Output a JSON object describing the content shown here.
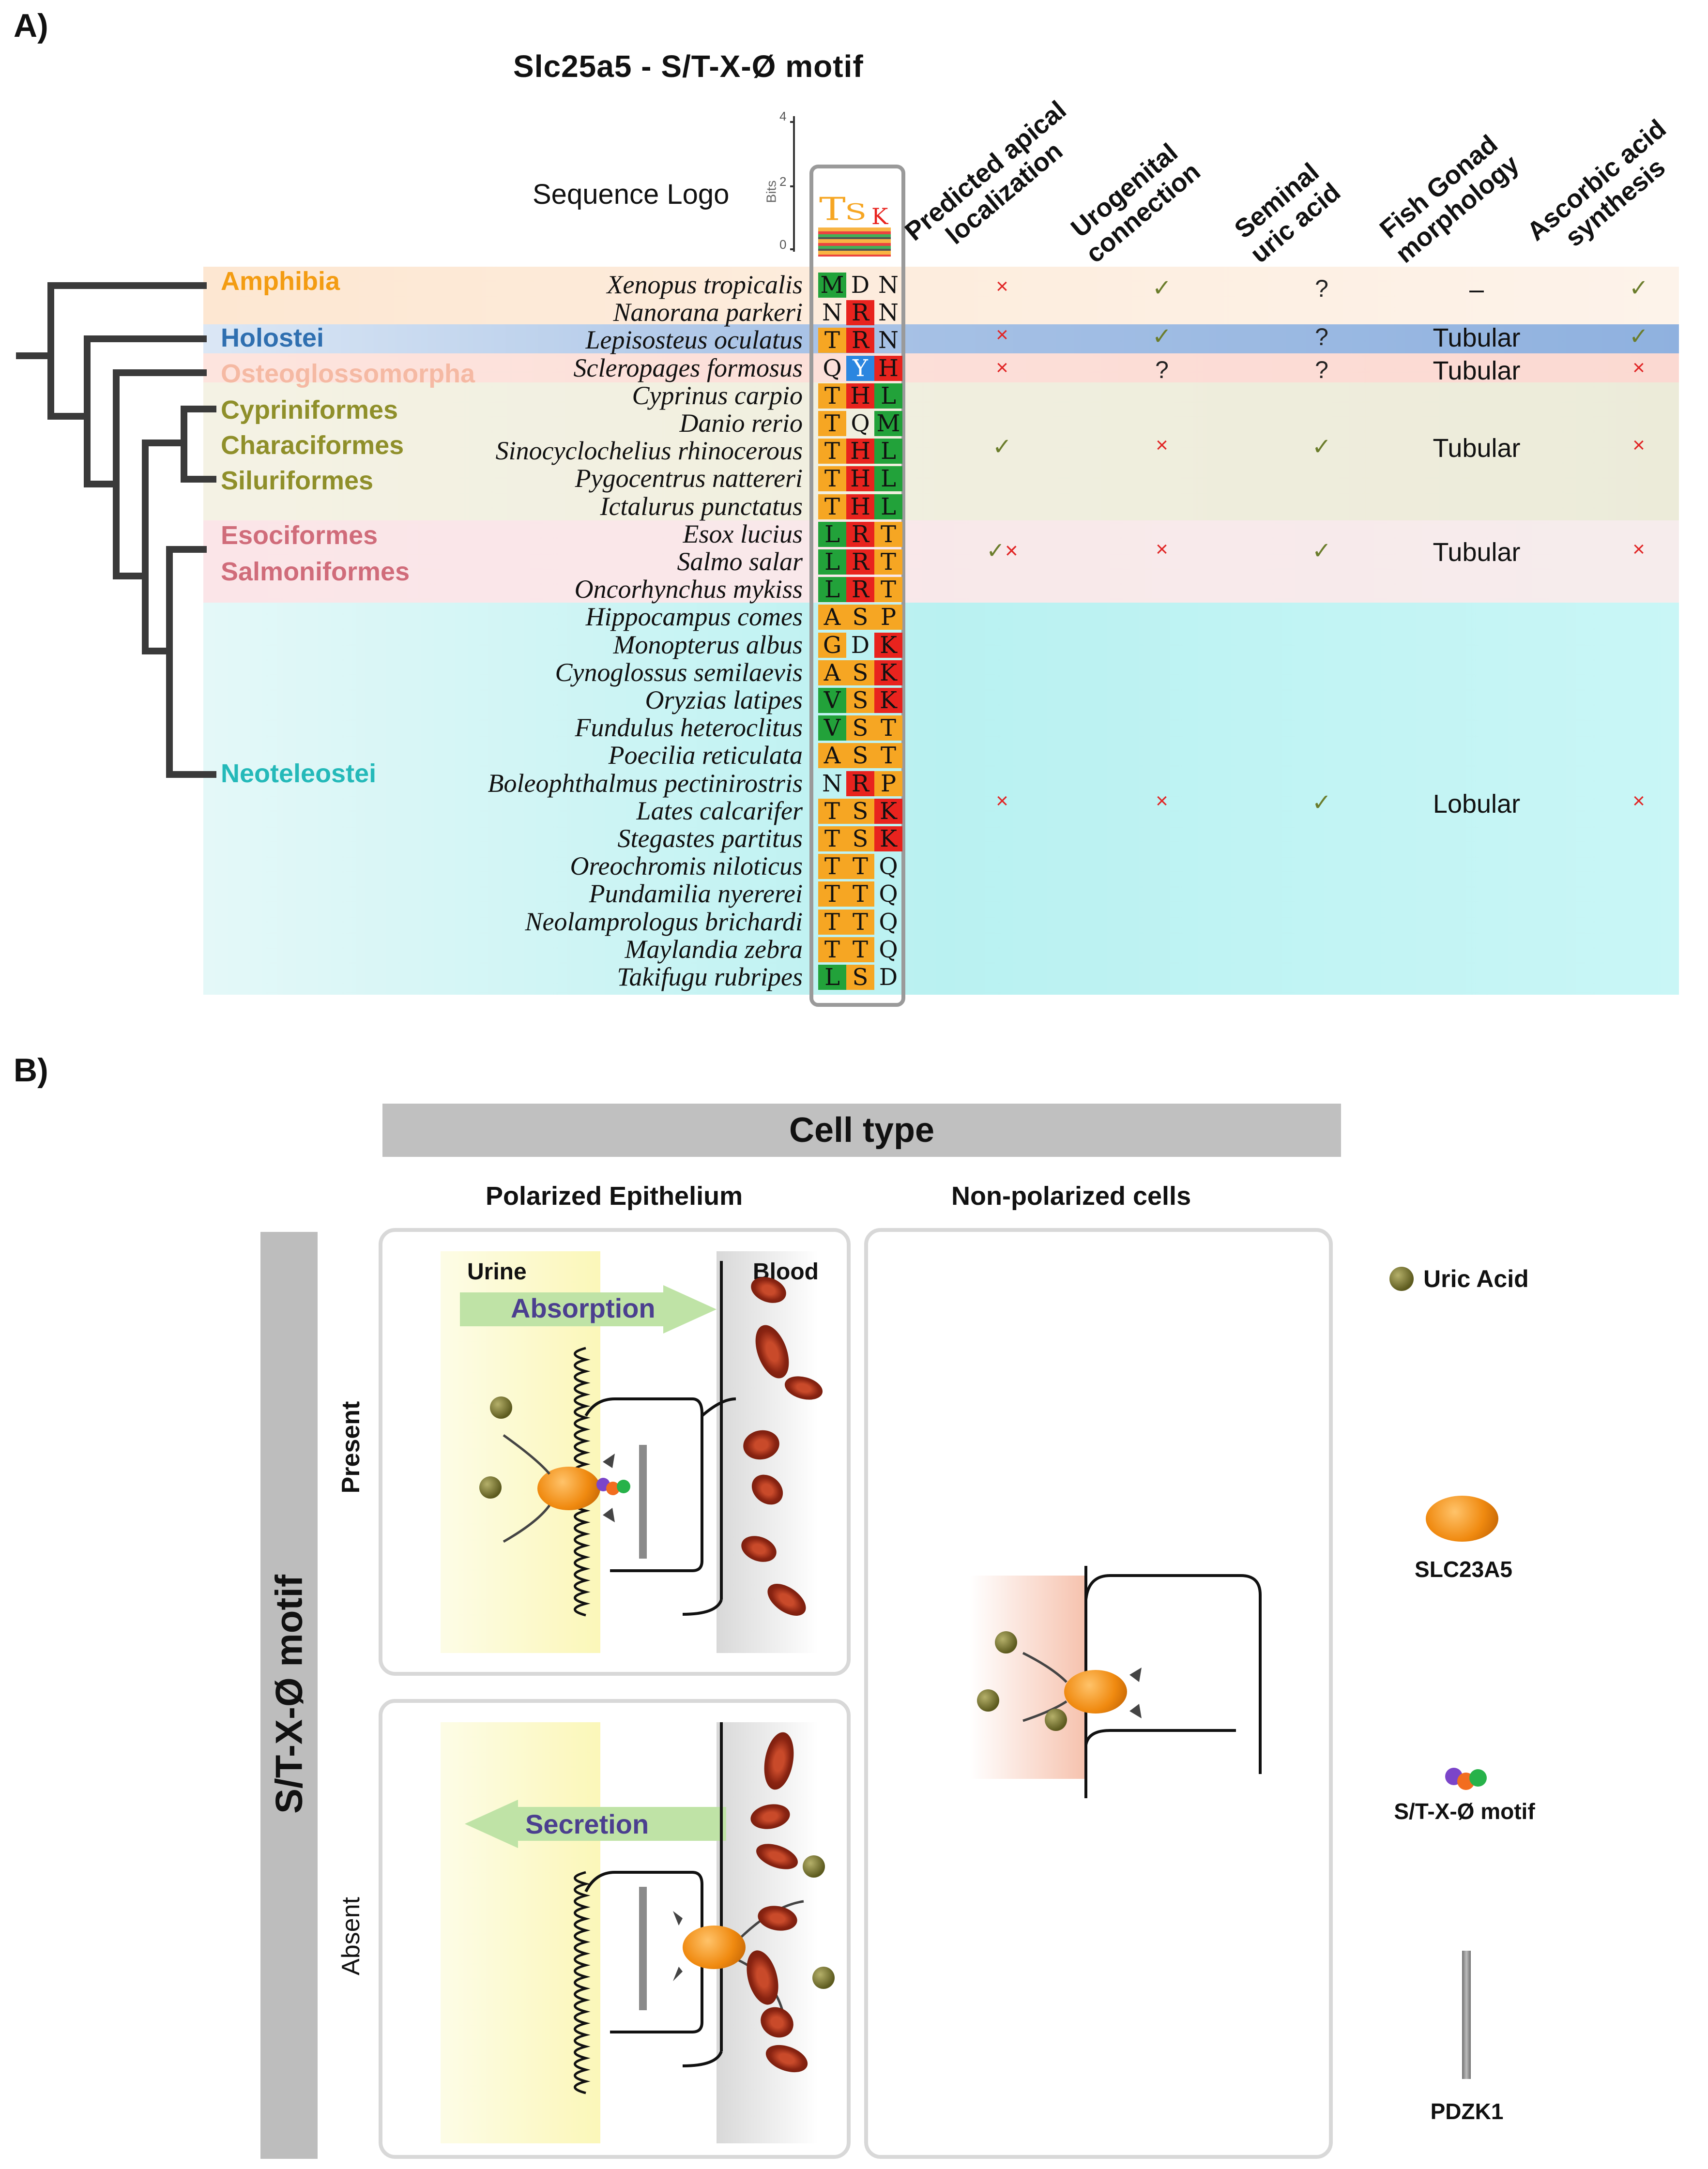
{
  "panel_a": {
    "label": "A)",
    "title": "Slc25a5 - S/T-X-Ø motif",
    "logo_label": "Sequence Logo",
    "logo_axis": {
      "label": "Bits",
      "ticks": [
        "4",
        "2",
        "0"
      ]
    },
    "logo_letters": [
      "T",
      "S",
      "K"
    ],
    "columns": [
      "Predicted apical localization",
      "Urogenital connection",
      "Seminal uric acid",
      "Fish Gonad morphology",
      "Ascorbic acid synthesis"
    ],
    "column_lines": [
      [
        "Predicted apical",
        "localization"
      ],
      [
        "Urogenital",
        "connection"
      ],
      [
        "Seminal",
        "uric acid"
      ],
      [
        "Fish Gonad",
        "morphology"
      ],
      [
        "Ascorbic acid",
        "synthesis"
      ]
    ],
    "groups": [
      {
        "name": "Amphibia",
        "color": "#f39c12"
      },
      {
        "name": "Holostei",
        "color": "#2f6fb0"
      },
      {
        "name": "Osteoglossomorpha",
        "color": "#f5b9a3"
      },
      {
        "name": "Cypriniformes",
        "color": "#8f8f2a"
      },
      {
        "name": "Characiformes",
        "color": "#8f8f2a"
      },
      {
        "name": "Siluriformes",
        "color": "#8f8f2a"
      },
      {
        "name": "Esociformes",
        "color": "#d06c7a"
      },
      {
        "name": "Salmoniformes",
        "color": "#d06c7a"
      },
      {
        "name": "Neoteleostei",
        "color": "#24b9b9"
      }
    ],
    "species": [
      {
        "name": "Xenopus tropicalis",
        "motif": [
          "M",
          "D",
          "N"
        ]
      },
      {
        "name": "Nanorana parkeri",
        "motif": [
          "N",
          "R",
          "N"
        ]
      },
      {
        "name": "Lepisosteus oculatus",
        "motif": [
          "T",
          "R",
          "N"
        ]
      },
      {
        "name": "Scleropages formosus",
        "motif": [
          "Q",
          "Y",
          "H"
        ]
      },
      {
        "name": "Cyprinus carpio",
        "motif": [
          "T",
          "H",
          "L"
        ]
      },
      {
        "name": "Danio rerio",
        "motif": [
          "T",
          "Q",
          "M"
        ]
      },
      {
        "name": "Sinocyclochelius rhinocerous",
        "motif": [
          "T",
          "H",
          "L"
        ]
      },
      {
        "name": "Pygocentrus nattereri",
        "motif": [
          "T",
          "H",
          "L"
        ]
      },
      {
        "name": "Ictalurus punctatus",
        "motif": [
          "T",
          "H",
          "L"
        ]
      },
      {
        "name": "Esox lucius",
        "motif": [
          "L",
          "R",
          "T"
        ]
      },
      {
        "name": "Salmo salar",
        "motif": [
          "L",
          "R",
          "T"
        ]
      },
      {
        "name": "Oncorhynchus mykiss",
        "motif": [
          "L",
          "R",
          "T"
        ]
      },
      {
        "name": "Hippocampus comes",
        "motif": [
          "A",
          "S",
          "P"
        ]
      },
      {
        "name": "Monopterus albus",
        "motif": [
          "G",
          "D",
          "K"
        ]
      },
      {
        "name": "Cynoglossus semilaevis",
        "motif": [
          "A",
          "S",
          "K"
        ]
      },
      {
        "name": "Oryzias latipes",
        "motif": [
          "V",
          "S",
          "K"
        ]
      },
      {
        "name": "Fundulus heteroclitus",
        "motif": [
          "V",
          "S",
          "T"
        ]
      },
      {
        "name": "Poecilia reticulata",
        "motif": [
          "A",
          "S",
          "T"
        ]
      },
      {
        "name": "Boleophthalmus pectinirostris",
        "motif": [
          "N",
          "R",
          "P"
        ]
      },
      {
        "name": "Lates calcarifer",
        "motif": [
          "T",
          "S",
          "K"
        ]
      },
      {
        "name": "Stegastes partitus",
        "motif": [
          "T",
          "S",
          "K"
        ]
      },
      {
        "name": "Oreochromis niloticus",
        "motif": [
          "T",
          "T",
          "Q"
        ]
      },
      {
        "name": "Pundamilia nyererei",
        "motif": [
          "T",
          "T",
          "Q"
        ]
      },
      {
        "name": "Neolamprologus brichardi",
        "motif": [
          "T",
          "T",
          "Q"
        ]
      },
      {
        "name": "Maylandia zebra",
        "motif": [
          "T",
          "T",
          "Q"
        ]
      },
      {
        "name": "Takifugu rubripes",
        "motif": [
          "L",
          "S",
          "D"
        ]
      }
    ],
    "residue_colors": {
      "T": "#f6a623",
      "S": "#f6a623",
      "A": "#f6a623",
      "G": "#f6a623",
      "N_or": "#f6a623",
      "R": "#e8231e",
      "K": "#e8231e",
      "H": "#e8231e",
      "P": "#f6a623",
      "L": "#22a23a",
      "M": "#22a23a",
      "V": "#22a23a",
      "Y": "#2b86e0"
    },
    "traits": [
      {
        "group": "Amphibia",
        "values": [
          "×",
          "✓",
          "?",
          "–",
          "✓"
        ]
      },
      {
        "group": "Holostei",
        "values": [
          "×",
          "✓",
          "?",
          "Tubular",
          "✓"
        ]
      },
      {
        "group": "Osteoglossomorpha",
        "values": [
          "×",
          "?",
          "?",
          "Tubular",
          "×"
        ]
      },
      {
        "group": "Cypriniformes/Characiformes/Siluriformes",
        "values": [
          "✓",
          "×",
          "✓",
          "Tubular",
          "×"
        ]
      },
      {
        "group": "Esociformes/Salmoniformes",
        "values": [
          "✓×",
          "×",
          "✓",
          "Tubular",
          "×"
        ]
      },
      {
        "group": "Neoteleostei",
        "values": [
          "×",
          "×",
          "✓",
          "Lobular",
          "×"
        ]
      }
    ]
  },
  "panel_b": {
    "label": "B)",
    "cell_type": "Cell type",
    "col1": "Polarized Epithelium",
    "col2": "Non-polarized cells",
    "motif_label": "S/T-X-Ø motif",
    "row1": "Present",
    "row2": "Absent",
    "urine": "Urine",
    "blood": "Blood",
    "absorption": "Absorption",
    "secretion": "Secretion",
    "legend": {
      "uric_acid": "Uric Acid",
      "slc": "SLC23A5",
      "motif": "S/T-X-Ø motif",
      "pdzk": "PDZK1"
    }
  }
}
